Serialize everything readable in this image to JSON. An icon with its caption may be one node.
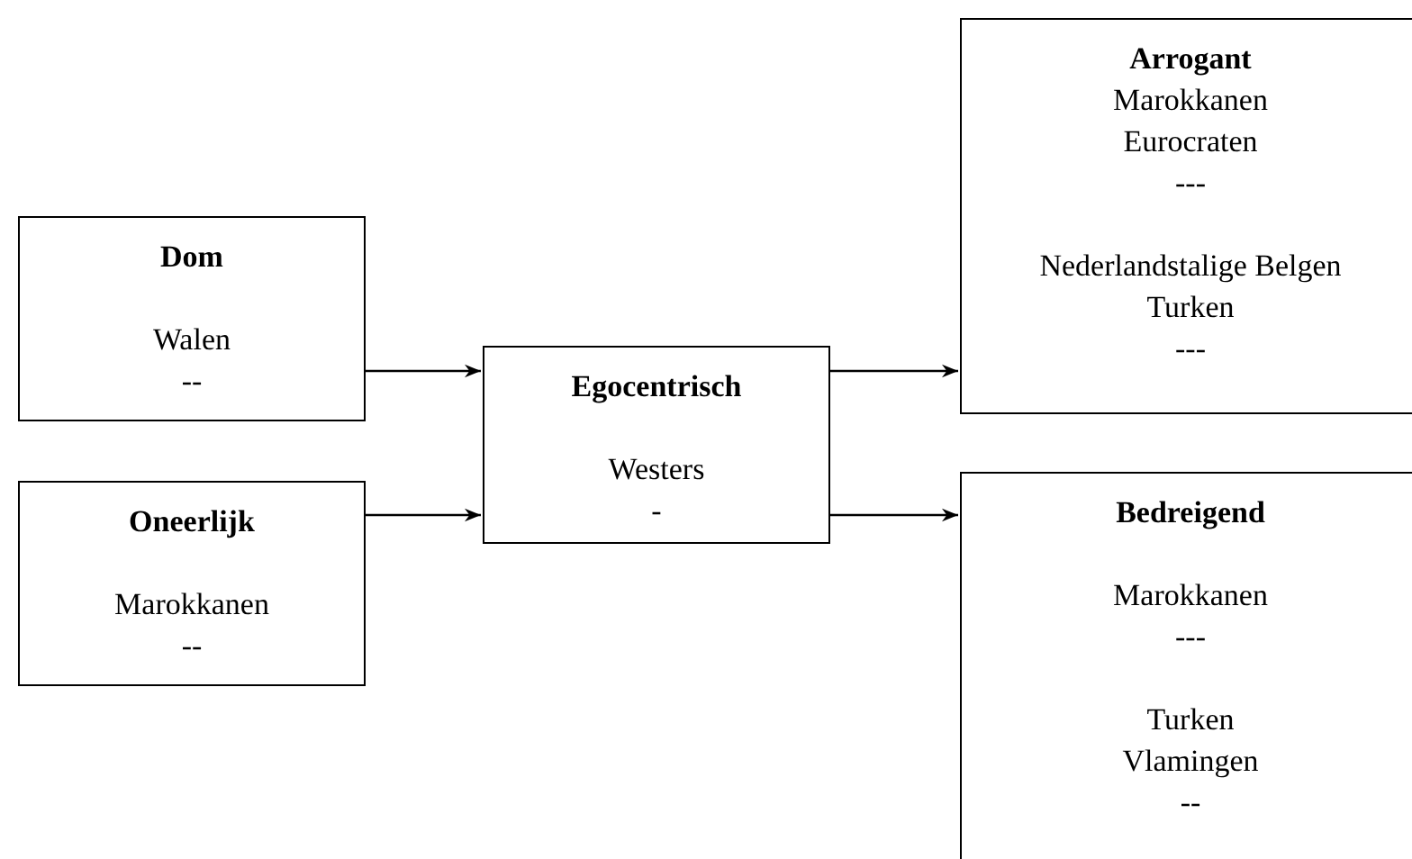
{
  "diagram": {
    "nodes": [
      {
        "text": [
          "Dom",
          "Walen",
          "--"
        ]
      },
      {
        "text": [
          "Oneerlijk",
          "Marokkanen",
          "--"
        ]
      },
      {
        "text": [
          "Egocentrisch",
          "Westers",
          "-"
        ]
      },
      {
        "text": [
          "Arrogant",
          "Marokkanen",
          "Eurocraten",
          "---",
          "Nederlandstalige Belgen",
          "Turken",
          "---"
        ]
      },
      {
        "text": [
          "Bedreigend",
          "Marokkanen",
          "---",
          "Turken",
          "Vlamingen",
          "--"
        ]
      }
    ],
    "edges": [
      {
        "from": 0,
        "to": 2,
        "arrow": "to"
      },
      {
        "from": 1,
        "to": 2,
        "arrow": "to"
      },
      {
        "from": 2,
        "to": 3,
        "arrow": "to"
      },
      {
        "from": 2,
        "to": 4,
        "arrow": "to"
      }
    ]
  }
}
